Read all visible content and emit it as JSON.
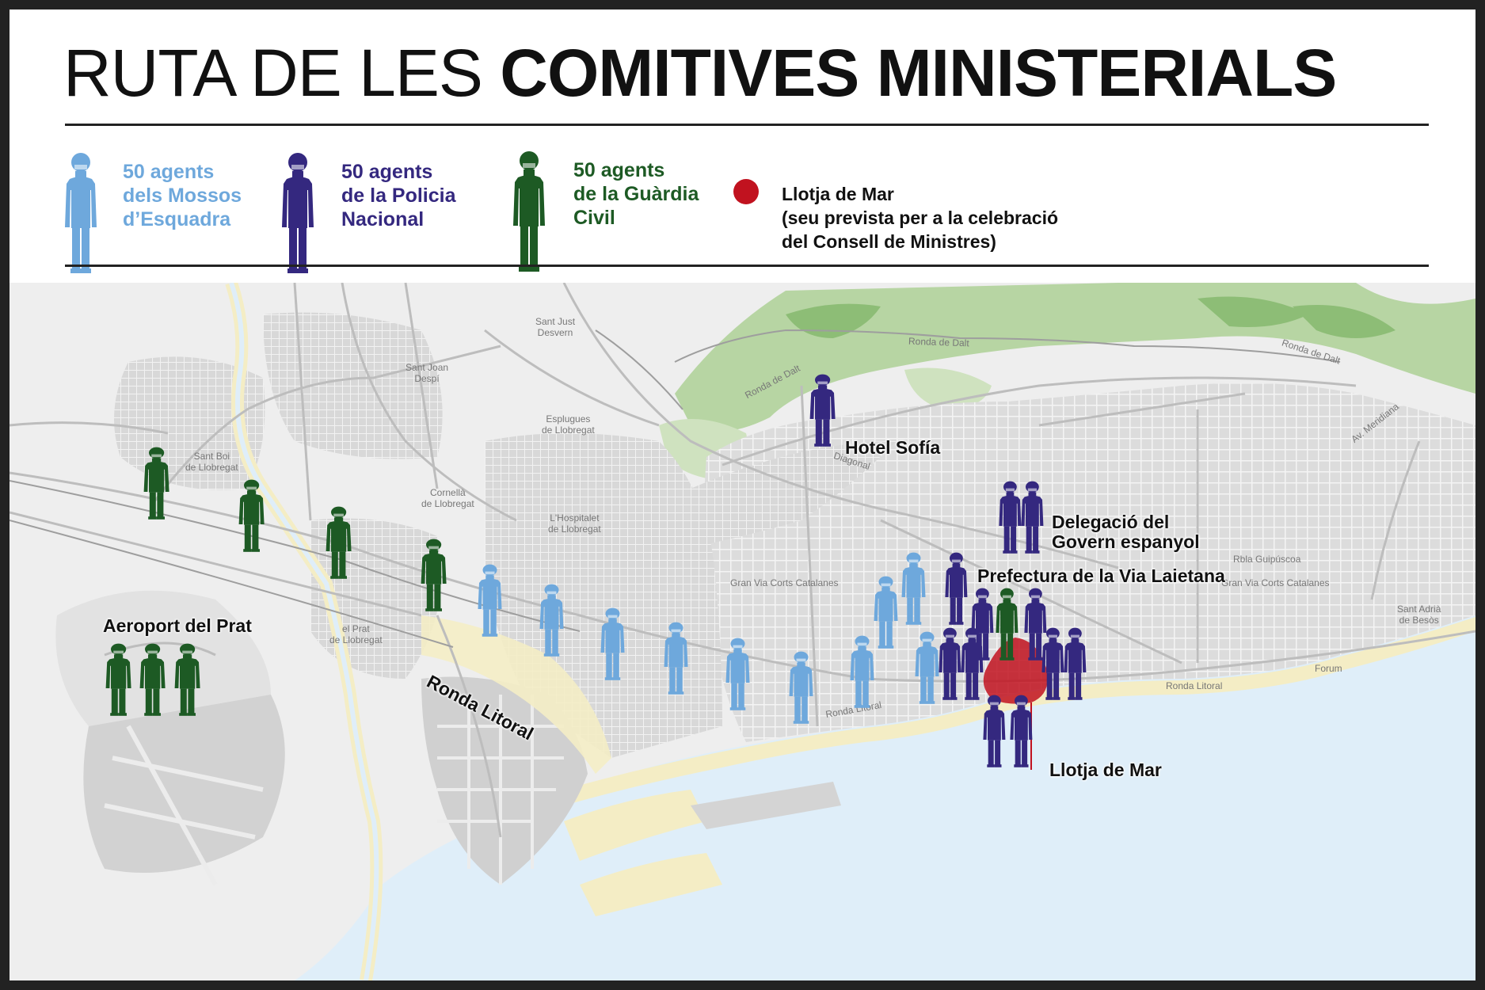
{
  "title": {
    "light": "RUTA DE LES ",
    "bold": "COMITIVES MINISTERIALS"
  },
  "legend": {
    "mossos": {
      "text": "50 agents\ndels Mossos\nd’Esquadra",
      "color": "#6ea8dc"
    },
    "policia": {
      "text": "50 agents\nde la Policia\nNacional",
      "color": "#34287f"
    },
    "guardia": {
      "text": "50 agents\nde la Guàrdia\nCivil",
      "color": "#1d5a24"
    },
    "llotja": {
      "text": "Llotja de Mar\n(seu prevista per a la celebració\ndel Consell de Ministres)",
      "color": "#c1121f"
    }
  },
  "map": {
    "labels": {
      "hotel": "Hotel Sofía",
      "delegacio": "Delegació del\nGovern espanyol",
      "prefectura": "Prefectura de la Via Laietana",
      "aeroport": "Aeroport del Prat",
      "ronda": "Ronda Litoral",
      "llotja": "Llotja de Mar"
    },
    "basemap_labels": {
      "sant_just": "Sant Just\nDesvern",
      "sant_joan": "Sant Joan\nDespí",
      "sant_boi": "Sant Boi\nde Llobregat",
      "esplugues": "Esplugues\nde Llobregat",
      "cornella": "Cornellà\nde Llobregat",
      "hospitalet": "L'Hospitalet\nde Llobregat",
      "el_prat": "el Prat\nde Llobregat",
      "ronda_dalt_1": "Ronda de Dalt",
      "ronda_dalt_2": "Ronda de Dalt",
      "ronda_dalt_3": "Ronda de Dalt",
      "av_meridiana": "Av. Meridiana",
      "diagonal": "Diagonal",
      "gran_via": "Gran Via Corts Catalanes",
      "gran_via_2": "Gran Via Corts Catalanes",
      "rbla_guipuscoa": "Rbla Guipúscoa",
      "forum": "Forum",
      "sant_adria": "Sant Adrià\nde Besòs",
      "ronda_litoral_small": "Ronda Litoral",
      "ronda_litoral_small2": "Ronda Litoral"
    }
  }
}
